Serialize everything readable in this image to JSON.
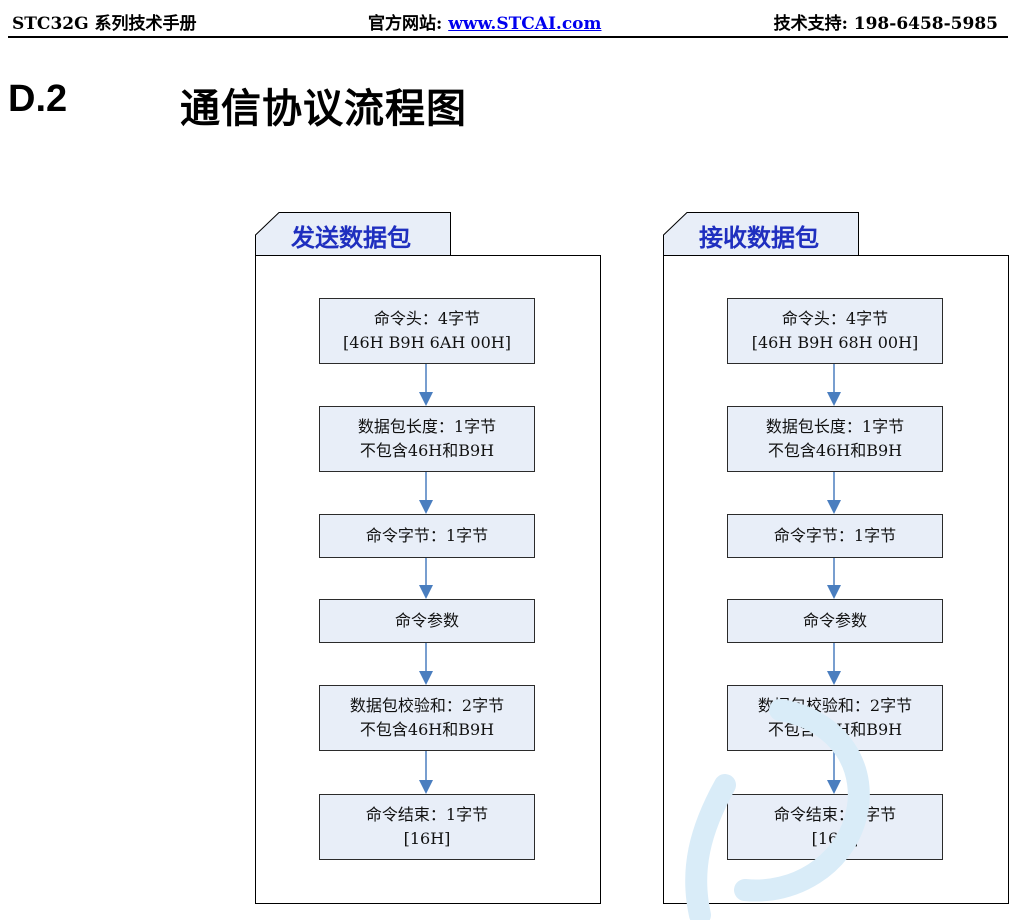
{
  "header": {
    "left": "STC32G 系列技术手册",
    "site_label": "官方网站: ",
    "site_link": "www.STCAI.com",
    "support": "技术支持: 198-6458-5985"
  },
  "section": {
    "number": "D.2",
    "title": "通信协议流程图"
  },
  "send": {
    "title": "发送数据包",
    "steps": [
      {
        "line1": "命令头：4字节",
        "line2": "[46H B9H 6AH 00H]"
      },
      {
        "line1": "数据包长度：1字节",
        "line2": "不包含46H和B9H"
      },
      {
        "line1": "命令字节：1字节",
        "line2": ""
      },
      {
        "line1": "命令参数",
        "line2": ""
      },
      {
        "line1": "数据包校验和：2字节",
        "line2": "不包含46H和B9H"
      },
      {
        "line1": "命令结束：1字节",
        "line2": "[16H]"
      }
    ]
  },
  "receive": {
    "title": "接收数据包",
    "steps": [
      {
        "line1": "命令头：4字节",
        "line2": "[46H B9H 68H 00H]"
      },
      {
        "line1": "数据包长度：1字节",
        "line2": "不包含46H和B9H"
      },
      {
        "line1": "命令字节：1字节",
        "line2": ""
      },
      {
        "line1": "命令参数",
        "line2": ""
      },
      {
        "line1": "数据包校验和：2字节",
        "line2": "不包含46H和B9H"
      },
      {
        "line1": "命令结束：1字节",
        "line2": "[16H]"
      }
    ]
  },
  "colors": {
    "box_fill": "#e8eef8",
    "arrow": "#4a7ebf",
    "title_text": "#1f2fbf",
    "watermark": "#d9ecf8"
  }
}
